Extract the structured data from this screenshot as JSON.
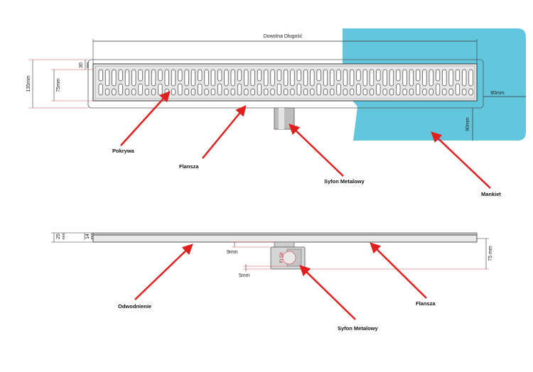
{
  "colors": {
    "water": "#62c6dd",
    "arrow": "#e01f1f",
    "dimension": "#d9515a",
    "outline": "#333333",
    "steel": "#d8d8d8"
  },
  "top_view": {
    "length_label": "Dowolna Długość",
    "dim_135": "135mm",
    "dim_75": "75mm",
    "dim_30": "30",
    "dim_30_unit": "mm",
    "dim_90_right": "90mm",
    "dim_90_vertical": "90mm",
    "callouts": {
      "pokrywa": "Pokrywa",
      "flansza": "Flansza",
      "syfon": "Syfon Metalowy",
      "mankiet": "Mankiet"
    }
  },
  "side_view": {
    "dim_25": "25",
    "dim_25_unit": "mm",
    "dim_14": "14",
    "dim_14_unit": "mm",
    "dim_9": "9mm",
    "dim_5": "5mm",
    "dim_75": "75 mm",
    "fi_label": "FI 50",
    "callouts": {
      "odwodnienie": "Odwodnienie",
      "flansza": "Flansza",
      "syfon": "Syfon Metalowy"
    }
  }
}
